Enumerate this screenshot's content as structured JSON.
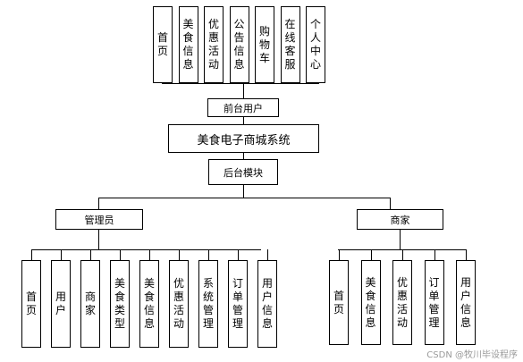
{
  "frontend": {
    "items": [
      "首页",
      "美食信息",
      "优惠活动",
      "公告信息",
      "购物车",
      "在线客服",
      "个人中心"
    ],
    "label": "前台用户"
  },
  "system": {
    "title": "美食电子商城系统"
  },
  "backend": {
    "label": "后台模块",
    "admin": {
      "label": "管理员",
      "items": [
        "首页",
        "用户",
        "商家",
        "美食类型",
        "美食信息",
        "优惠活动",
        "系统管理",
        "订单管理",
        "用户信息"
      ]
    },
    "merchant": {
      "label": "商家",
      "items": [
        "首页",
        "美食信息",
        "优惠活动",
        "订单管理",
        "用户信息"
      ]
    }
  },
  "watermark": "CSDN @牧川毕设程序"
}
